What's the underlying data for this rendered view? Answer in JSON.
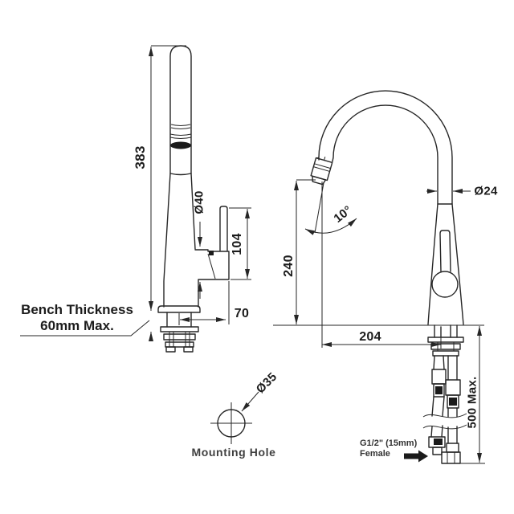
{
  "page": {
    "background": "#ffffff",
    "line_color": "#262626",
    "text_color": "#1c1c1c"
  },
  "front_view": {
    "height_dim": "383",
    "spout_diameter": "Ø40",
    "handle_height_dim": "104",
    "handle_reach_dim": "70",
    "bench_note_line1": "Bench Thickness",
    "bench_note_line2": "60mm Max."
  },
  "mounting": {
    "hole_diameter": "Ø35",
    "label": "Mounting Hole"
  },
  "side_view": {
    "spout_tube_diameter": "Ø24",
    "spout_angle": "10°",
    "spout_height_dim": "240",
    "spout_reach_dim": "204",
    "hose_length_dim": "500 Max.",
    "connection_line1": "G1/2\" (15mm)",
    "connection_line2": "Female"
  }
}
